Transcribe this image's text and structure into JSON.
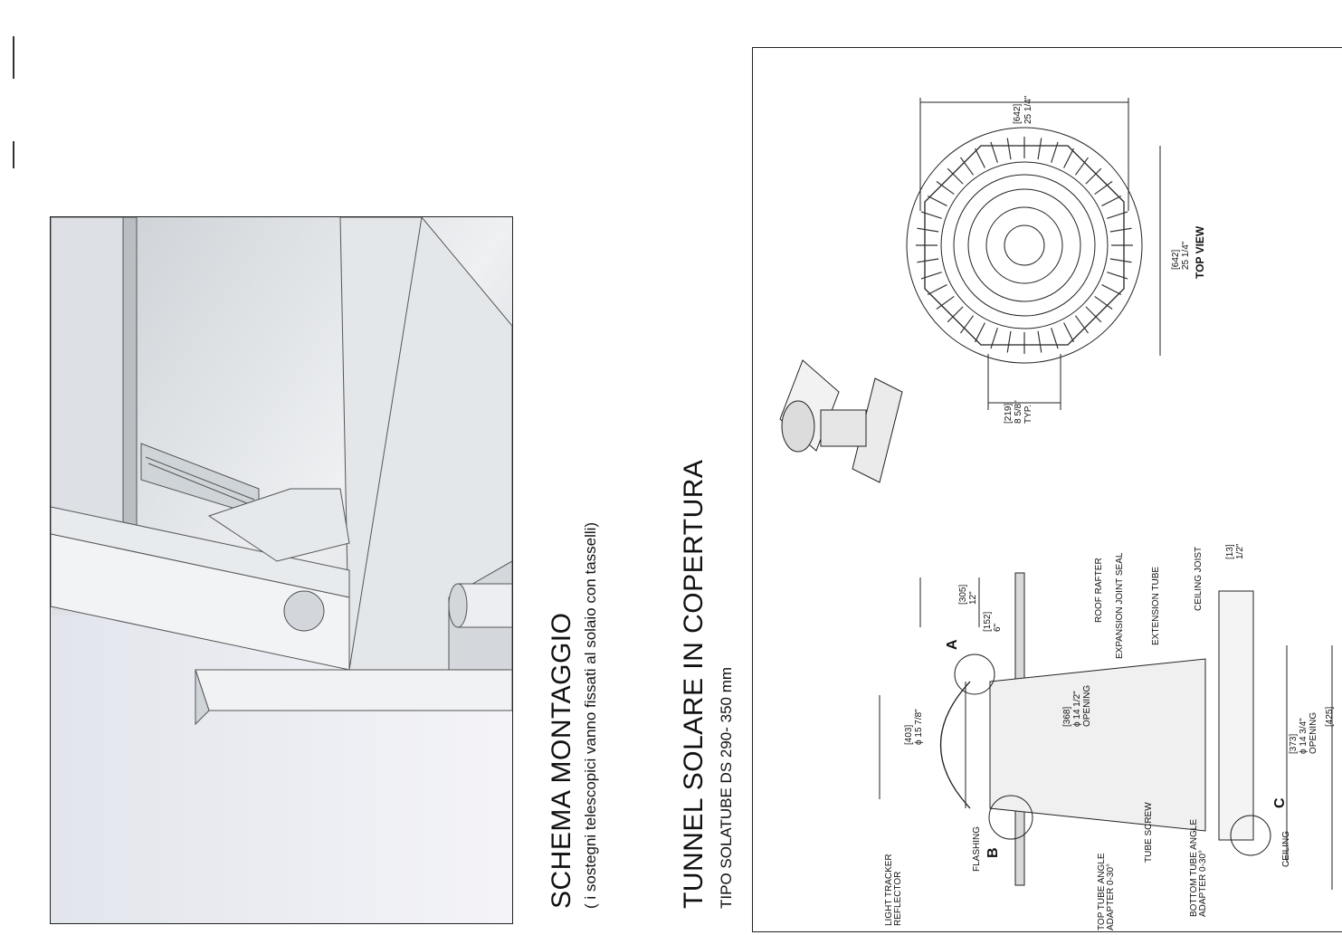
{
  "schema": {
    "title": "SCHEMA  MONTAGGIO",
    "subtitle": "( i sostegni telescopici vanno fissati al solaio  con tasselli)"
  },
  "tunnel": {
    "title": "TUNNEL SOLARE IN COPERTURA",
    "subtitle": "TIPO SOLATUBE DS 290- 350 mm"
  },
  "drawing": {
    "top_view": {
      "label": "TOP VIEW",
      "dim_width_mm": "[642]",
      "dim_width_in": "25 1/4\"",
      "dim_height_mm": "[642]",
      "dim_height_in": "25 1/4\"",
      "dim_typ_mm": "[219]",
      "dim_typ_in": "8 5/8\"",
      "dim_typ_note": "TYP."
    },
    "section": {
      "dome_mm": "[403]",
      "dome_in": "ϕ 15 7/8\"",
      "d305_mm": "[305]",
      "d305_in": "12\"",
      "d152_mm": "[152]",
      "d152_in": "6\"",
      "opening1_mm": "[368]",
      "opening1_in": "ϕ 14 1/2\"",
      "opening1_label": "OPENING",
      "d13_mm": "[13]",
      "d13_in": "1/2\"",
      "opening2_mm": "[373]",
      "opening2_in": "ϕ 14 3/4\"",
      "opening2_label": "OPENING",
      "d425_mm": "[425]",
      "callout_a": "A",
      "callout_b": "B",
      "callout_c": "C",
      "light_tracker_1": "LIGHT TRACKER",
      "light_tracker_2": "REFLECTOR",
      "flashing": "FLASHING",
      "top_tube_1": "TOP TUBE ANGLE",
      "top_tube_2": "ADAPTER 0-30°",
      "tube_screw": "TUBE SCREW",
      "bottom_tube_1": "BOTTOM TUBE ANGLE",
      "bottom_tube_2": "ADAPTER 0-30°",
      "ceiling": "CEILING",
      "roof_rafter": "ROOF RAFTER",
      "expansion_joint": "EXPANSION JOINT SEAL",
      "extension_tube": "EXTENSION TUBE",
      "ceiling_joist": "CEILING JOIST"
    }
  }
}
